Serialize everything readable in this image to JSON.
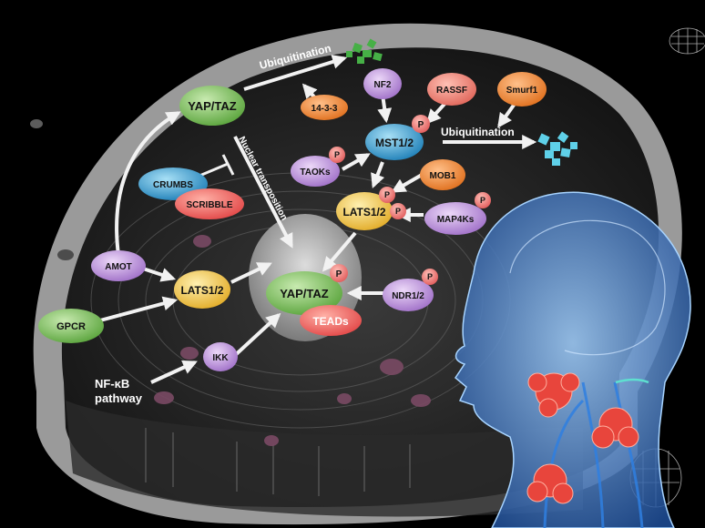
{
  "nodes": {
    "yap_taz_top": "YAP/TAZ",
    "fourteen_3_3": "14-3-3",
    "nf2": "NF2",
    "rassf": "RASSF",
    "smurf1": "Smurf1",
    "mst": "MST1/2",
    "taoks": "TAOKs",
    "mob1": "MOB1",
    "lats_right": "LATS1/2",
    "map4ks": "MAP4Ks",
    "crumbs": "CRUMBS",
    "scribble": "SCRIBBLE",
    "amot": "AMOT",
    "lats_left": "LATS1/2",
    "gpcr": "GPCR",
    "yap_taz_nuc": "YAP/TAZ",
    "teads": "TEADs",
    "ndr": "NDR1/2",
    "ikk": "IKK"
  },
  "phospho": "P",
  "labels": {
    "ubiquitination_top": "Ubiquitination",
    "ubiquitination_right": "Ubiquitination",
    "nuclear_transposition": "Nuclear transposition",
    "nfkb_line1": "NF-κB",
    "nfkb_line2": "pathway"
  },
  "colors": {
    "background": "#000000",
    "green_node": "#7cc25a",
    "orange_node": "#f08a3a",
    "salmon_node": "#f08878",
    "blue_node": "#2fa0d0",
    "yellow_node": "#f2c84a",
    "purple_node": "#b98ad6",
    "teal_node": "#3a9fd5",
    "phospho": "#f07070",
    "teads": "#ef5a5a",
    "tumor": "#e8453c",
    "head": "#3a78c8",
    "arrow": "#f2f2f2"
  }
}
